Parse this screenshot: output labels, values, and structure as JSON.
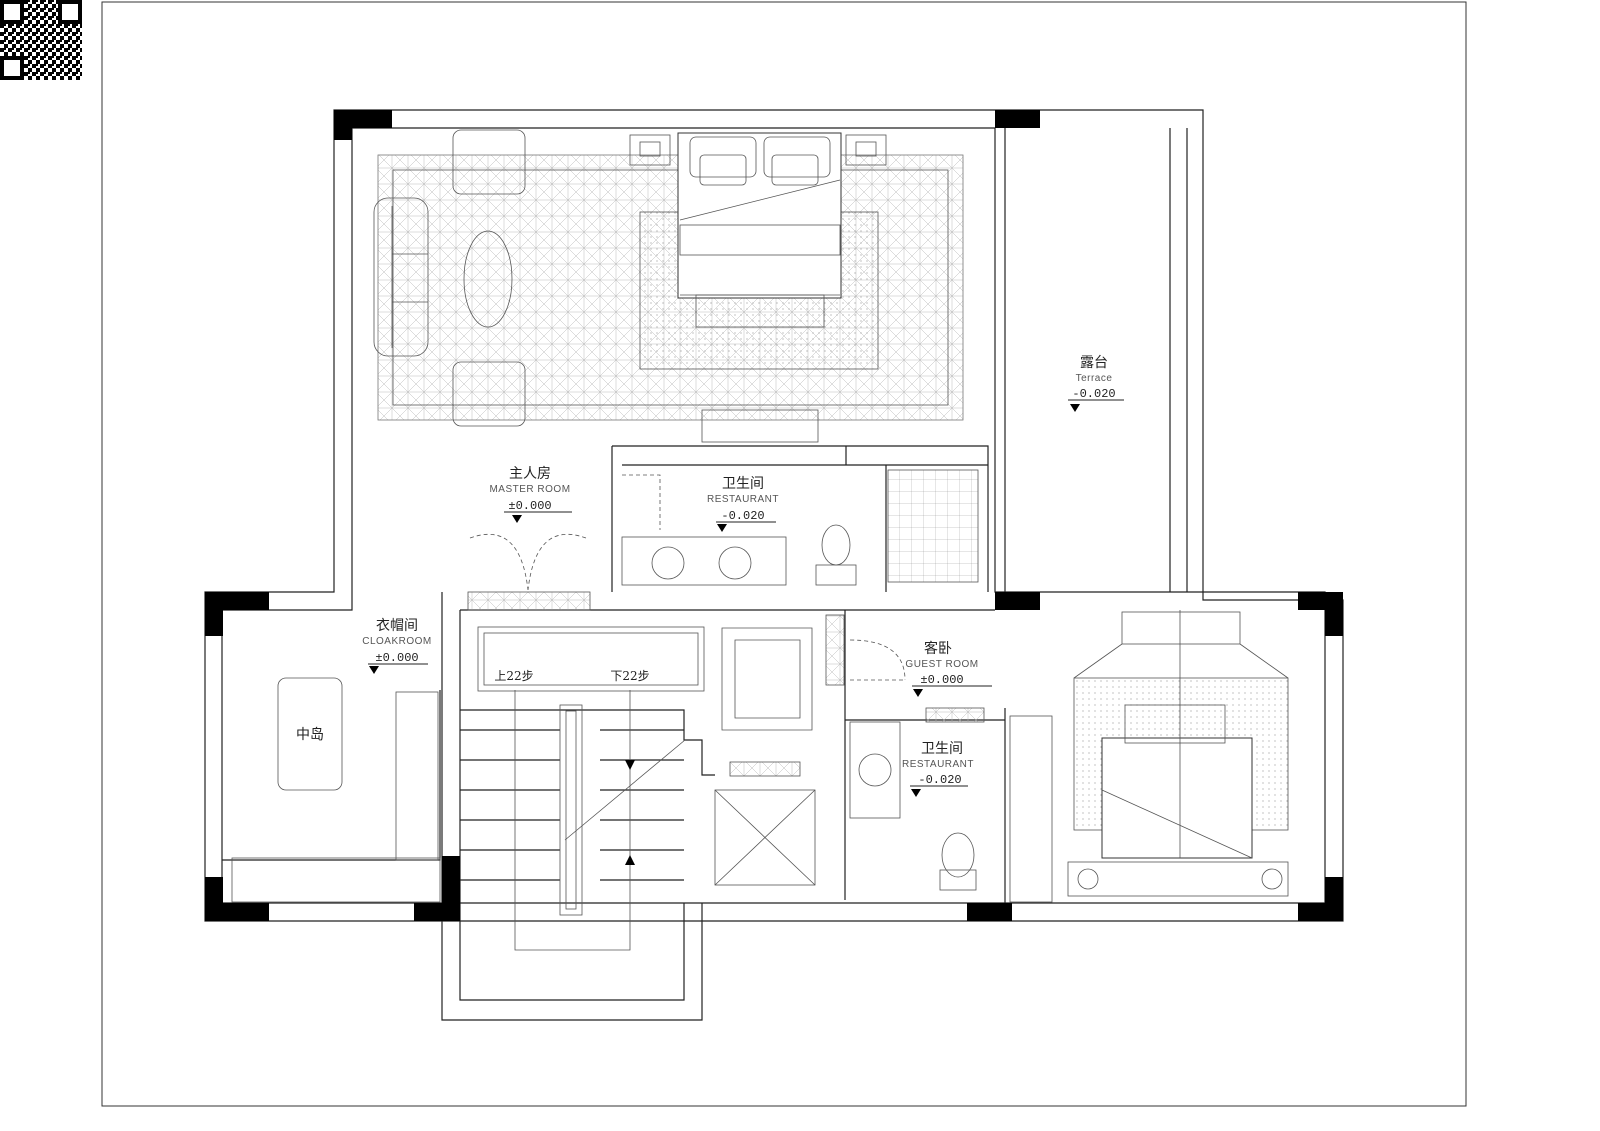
{
  "rooms": {
    "terrace": {
      "cn": "露台",
      "en": "Terrace",
      "level": "-0.020"
    },
    "master": {
      "cn": "主人房",
      "en": "MASTER ROOM",
      "level": "±0.000"
    },
    "bath_master": {
      "cn": "卫生间",
      "en": "RESTAURANT",
      "level": "-0.020"
    },
    "cloak": {
      "cn": "衣帽间",
      "en": "CLOAKROOM",
      "level": "±0.000"
    },
    "island": {
      "cn": "中岛"
    },
    "guest": {
      "cn": "客卧",
      "en": "GUEST ROOM",
      "level": "±0.000"
    },
    "bath_guest": {
      "cn": "卫生间",
      "en": "RESTAURANT",
      "level": "-0.020"
    }
  },
  "stairs": {
    "up": "上22步",
    "down": "下22步"
  }
}
